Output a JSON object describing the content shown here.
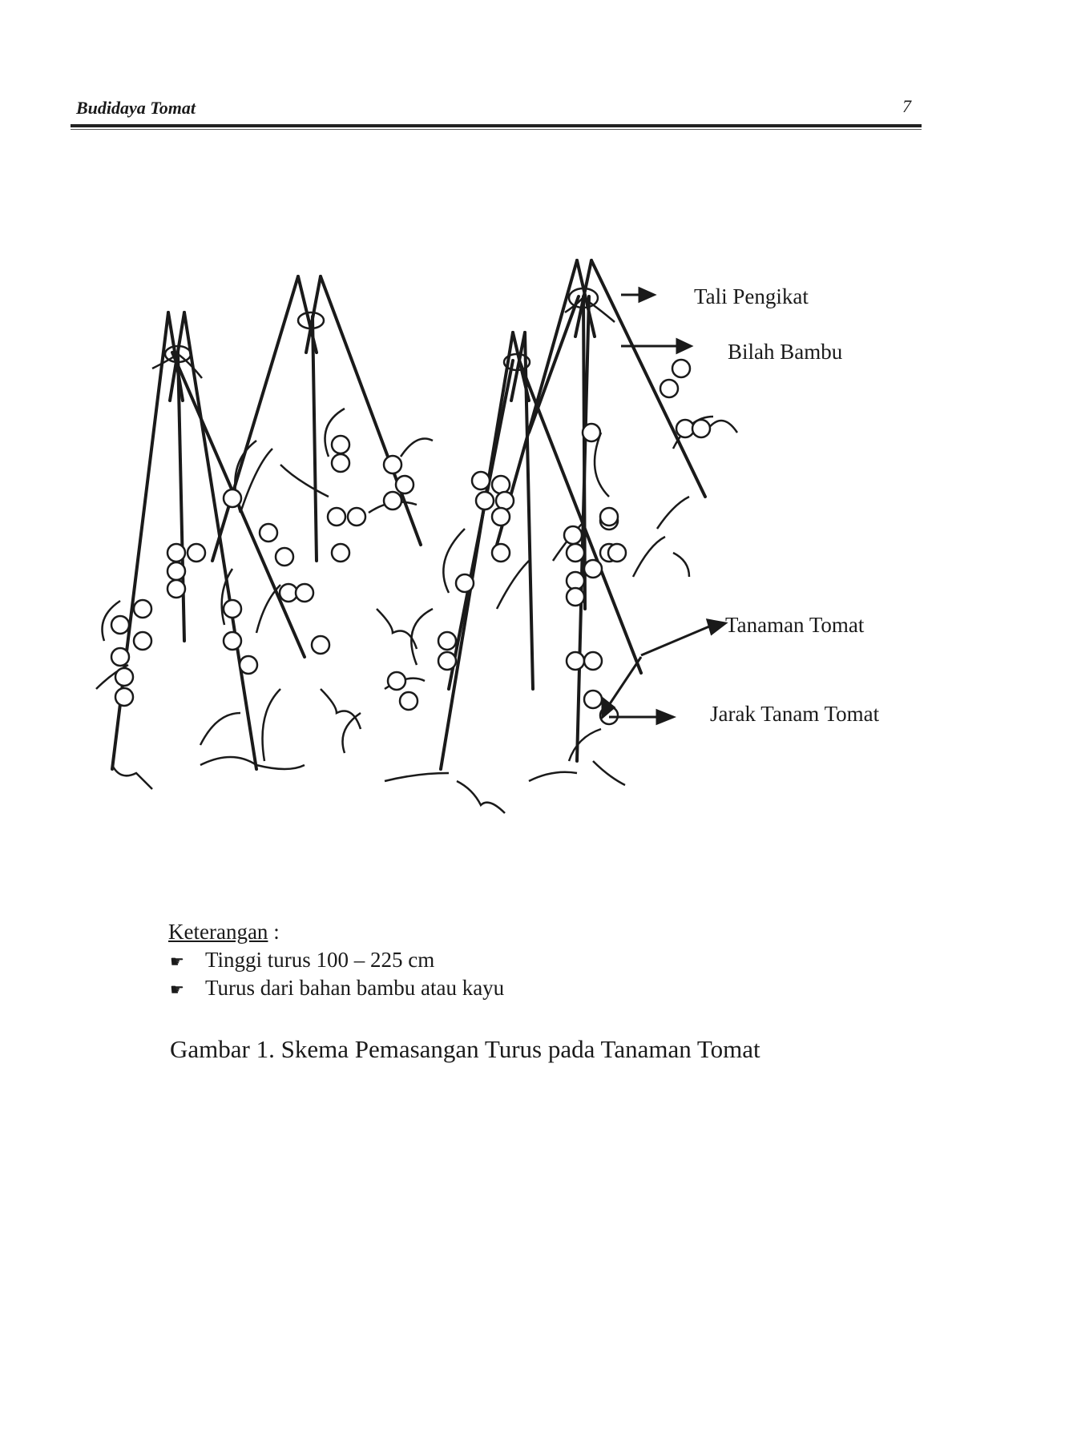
{
  "header": {
    "title": "Budidaya Tomat",
    "page_number": "7"
  },
  "figure": {
    "labels": {
      "tali": "Tali Pengikat",
      "bilah": "Bilah Bambu",
      "tanaman": "Tanaman Tomat",
      "jarak": "Jarak Tanam Tomat"
    }
  },
  "legend": {
    "title": "Keterangan",
    "colon": ":",
    "items": [
      "Tinggi turus 100 – 225 cm",
      "Turus dari bahan bambu atau kayu"
    ]
  },
  "caption": "Gambar 1. Skema Pemasangan Turus pada Tanaman Tomat"
}
